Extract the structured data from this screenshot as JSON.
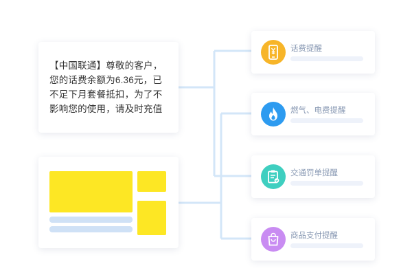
{
  "sms": {
    "text": "【中国联通】尊敬的客户，您的话费余额为6.36元，已不足下月套餐抵扣，为了不影响您的使用，请及时充值"
  },
  "reminders": [
    {
      "label": "话费提醒",
      "icon": "mobile-yuan-icon",
      "color": "#f7b529"
    },
    {
      "label": "燃气、电费提醒",
      "icon": "flame-icon",
      "color": "#2d9bf0"
    },
    {
      "label": "交通罚单提醒",
      "icon": "ticket-clipboard-icon",
      "color": "#3fcfc0"
    },
    {
      "label": "商品支付提醒",
      "icon": "shopping-bag-icon",
      "color": "#c98cf2"
    }
  ],
  "colors": {
    "connector": "#cfe3f7",
    "layout_block": "#fde724",
    "layout_bar": "#cfe1f6"
  }
}
